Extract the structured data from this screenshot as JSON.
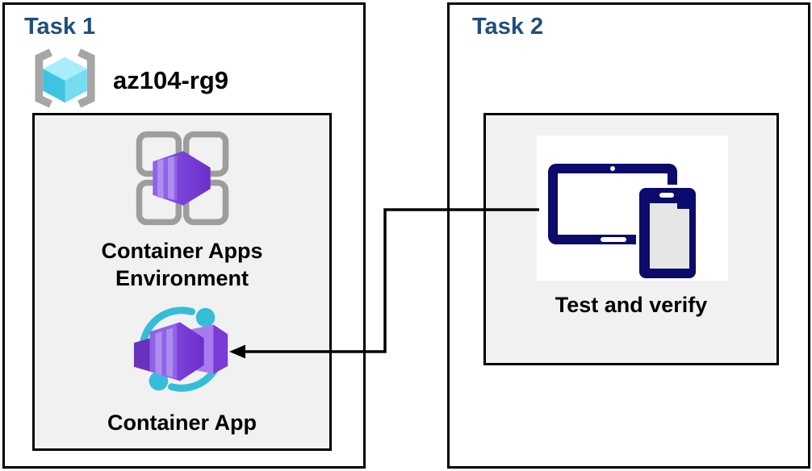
{
  "diagram": {
    "task1": {
      "title": "Task 1",
      "resource_group": "az104-rg9",
      "environment_label": "Container Apps Environment",
      "app_label": "Container App",
      "icons": [
        "resource-group-icon",
        "container-apps-environment-icon",
        "container-app-icon"
      ]
    },
    "task2": {
      "title": "Task 2",
      "verify_label": "Test and verify",
      "icons": [
        "devices-icon"
      ]
    },
    "connector": {
      "from": "devices-icon",
      "to": "container-app-icon",
      "shape": "elbow",
      "arrowhead": "left"
    },
    "colors": {
      "task_title": "#1F4E79",
      "box_border": "#000000",
      "inner_box_bg": "#F1F1F1",
      "label_text": "#000000",
      "azure_purple": "#7C3FD9",
      "azure_purple_light": "#AC8EF1",
      "azure_cyan": "#35BDD8",
      "device_navy": "#0B0B6B",
      "grid_gray": "#9D9D9D",
      "bracket_gray": "#A6A6A6"
    }
  }
}
